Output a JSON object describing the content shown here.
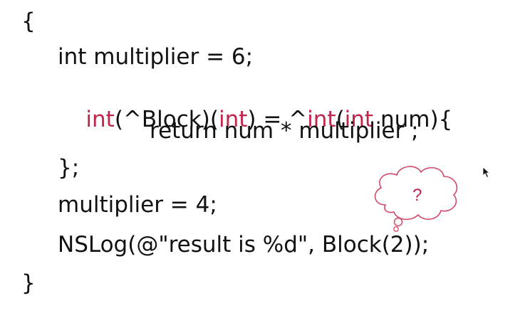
{
  "code": {
    "open_brace": "{",
    "line1": "int multiplier = 6;",
    "line2": {
      "kw1": "int",
      "t1": "(^Block)(",
      "kw2": "int",
      "t2": ") = ^",
      "kw3": "int",
      "t3": "(",
      "kw4": "int",
      "t4": " num){"
    },
    "line3": "return num * multiplier ;",
    "line4": "};",
    "line5": "multiplier = 4;",
    "line6": "NSLog(@\"result is %d\", Block(2));",
    "close_brace": "}"
  },
  "thought_bubble": {
    "text": "?"
  },
  "colors": {
    "keyword": "#c0254a",
    "text": "#111111",
    "bubble": "#d14a6a"
  },
  "icons": {
    "thought": "thought-bubble-icon",
    "cursor": "mouse-pointer-icon"
  }
}
